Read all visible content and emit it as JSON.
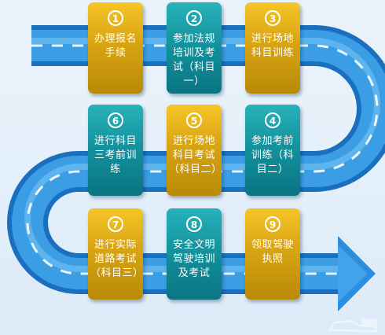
{
  "steps": [
    {
      "number": "1",
      "label": "办理报名手续"
    },
    {
      "number": "2",
      "label": "参加法规培训及考试（科目一）"
    },
    {
      "number": "3",
      "label": "进行场地科目训练"
    },
    {
      "number": "4",
      "label": "参加考前训练（科目二）"
    },
    {
      "number": "5",
      "label": "进行场地科目考试（科目二）"
    },
    {
      "number": "6",
      "label": "进行科目三考前训练"
    },
    {
      "number": "7",
      "label": "进行实际道路考试（科目三）"
    },
    {
      "number": "8",
      "label": "安全文明驾驶培训及考试"
    },
    {
      "number": "9",
      "label": "领取驾驶执照"
    }
  ],
  "colors": {
    "road_light": "#3fa3e8",
    "road_dark": "#1565b5",
    "card_gold": "#e0ab14",
    "card_teal": "#12909c",
    "lane_mark": "#ffffff"
  }
}
